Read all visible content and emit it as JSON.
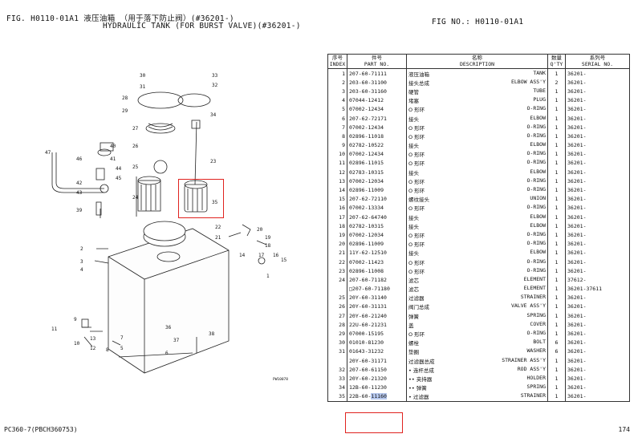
{
  "header": {
    "fig_line1": "FIG. H0110-01A1 液压油箱 （用于落下防止阀）(#36201-)",
    "fig_line2": "HYDRAULIC TANK (FOR BURST VALVE)(#36201-)",
    "fig_no": "FIG NO.: H0110-01A1"
  },
  "table": {
    "headers": [
      {
        "cn": "序号",
        "en": "INDEX"
      },
      {
        "cn": "件号",
        "en": "PART NO."
      },
      {
        "cn": "名称",
        "en": "DESCRIPTION"
      },
      {
        "cn": "数量",
        "en": "Q'TY"
      },
      {
        "cn": "系列号",
        "en": "SERIAL NO."
      }
    ],
    "rows": [
      {
        "index": "1",
        "part": "207-60-71111",
        "cn": "液压油箱",
        "en": "TANK",
        "qty": "1",
        "serial": "36201-"
      },
      {
        "index": "2",
        "part": "203-60-31100",
        "cn": "接头总成",
        "en": "ELBOW ASS'Y",
        "qty": "2",
        "serial": "36201-"
      },
      {
        "index": "3",
        "part": "203-60-31160",
        "cn": "硬管",
        "en": "TUBE",
        "qty": "1",
        "serial": "36201-"
      },
      {
        "index": "4",
        "part": "07044-12412",
        "cn": "堵塞",
        "en": "PLUG",
        "qty": "1",
        "serial": "36201-"
      },
      {
        "index": "5",
        "part": "07002-12434",
        "cn": "O 形环",
        "en": "O-RING",
        "qty": "1",
        "serial": "36201-"
      },
      {
        "index": "6",
        "part": "207-62-72171",
        "cn": "接头",
        "en": "ELBOW",
        "qty": "1",
        "serial": "36201-"
      },
      {
        "index": "7",
        "part": "07002-12434",
        "cn": "O 形环",
        "en": "O-RING",
        "qty": "1",
        "serial": "36201-"
      },
      {
        "index": "8",
        "part": "02896-11018",
        "cn": "O 形环",
        "en": "O-RING",
        "qty": "1",
        "serial": "36201-"
      },
      {
        "index": "9",
        "part": "02782-10522",
        "cn": "接头",
        "en": "ELBOW",
        "qty": "1",
        "serial": "36201-"
      },
      {
        "index": "10",
        "part": "07002-12434",
        "cn": "O 形环",
        "en": "O-RING",
        "qty": "1",
        "serial": "36201-"
      },
      {
        "index": "11",
        "part": "02896-11015",
        "cn": "O 形环",
        "en": "O-RING",
        "qty": "1",
        "serial": "36201-"
      },
      {
        "index": "12",
        "part": "02783-10315",
        "cn": "接头",
        "en": "ELBOW",
        "qty": "1",
        "serial": "36201-"
      },
      {
        "index": "13",
        "part": "07002-12034",
        "cn": "O 形环",
        "en": "O-RING",
        "qty": "1",
        "serial": "36201-"
      },
      {
        "index": "14",
        "part": "02896-11009",
        "cn": "O 形环",
        "en": "O-RING",
        "qty": "1",
        "serial": "36201-"
      },
      {
        "index": "15",
        "part": "207-62-72110",
        "cn": "螺纹接头",
        "en": "UNION",
        "qty": "1",
        "serial": "36201-"
      },
      {
        "index": "16",
        "part": "07002-13334",
        "cn": "O 形环",
        "en": "O-RING",
        "qty": "1",
        "serial": "36201-"
      },
      {
        "index": "17",
        "part": "207-62-64740",
        "cn": "接头",
        "en": "ELBOW",
        "qty": "1",
        "serial": "36201-"
      },
      {
        "index": "18",
        "part": "02782-10315",
        "cn": "接头",
        "en": "ELBOW",
        "qty": "1",
        "serial": "36201-"
      },
      {
        "index": "19",
        "part": "07002-12034",
        "cn": "O 形环",
        "en": "O-RING",
        "qty": "1",
        "serial": "36201-"
      },
      {
        "index": "20",
        "part": "02896-11009",
        "cn": "O 形环",
        "en": "O-RING",
        "qty": "1",
        "serial": "36201-"
      },
      {
        "index": "21",
        "part": "11Y-62-12510",
        "cn": "接头",
        "en": "ELBOW",
        "qty": "1",
        "serial": "36201-"
      },
      {
        "index": "22",
        "part": "07002-11423",
        "cn": "O 形环",
        "en": "O-RING",
        "qty": "1",
        "serial": "36201-"
      },
      {
        "index": "23",
        "part": "02896-11008",
        "cn": "O 形环",
        "en": "O-RING",
        "qty": "1",
        "serial": "36201-"
      },
      {
        "index": "24",
        "part": "207-60-71182",
        "cn": "滤芯",
        "en": "ELEMENT",
        "qty": "1",
        "serial": "37612-"
      },
      {
        "index": "",
        "part": "□207-60-71180",
        "cn": "滤芯",
        "en": "ELEMENT",
        "qty": "1",
        "serial": "36201-37611"
      },
      {
        "index": "25",
        "part": "20Y-60-31140",
        "cn": "过滤器",
        "en": "STRAINER",
        "qty": "1",
        "serial": "36201-"
      },
      {
        "index": "26",
        "part": "20Y-60-31131",
        "cn": "阀门总成",
        "en": "VALVE ASS'Y",
        "qty": "1",
        "serial": "36201-"
      },
      {
        "index": "27",
        "part": "20Y-60-21240",
        "cn": "弹簧",
        "en": "SPRING",
        "qty": "1",
        "serial": "36201-"
      },
      {
        "index": "28",
        "part": "22U-60-21231",
        "cn": "盖",
        "en": "COVER",
        "qty": "1",
        "serial": "36201-"
      },
      {
        "index": "29",
        "part": "07000-15195",
        "cn": "O 形环",
        "en": "O-RING",
        "qty": "1",
        "serial": "36201-"
      },
      {
        "index": "30",
        "part": "01010-81230",
        "cn": "螺栓",
        "en": "BOLT",
        "qty": "6",
        "serial": "36201-"
      },
      {
        "index": "31",
        "part": "01643-31232",
        "cn": "垫圈",
        "en": "WASHER",
        "qty": "6",
        "serial": "36201-"
      },
      {
        "index": "",
        "part": "20Y-60-31171",
        "cn": "过滤器总成",
        "en": "STRAINER ASS'Y",
        "qty": "1",
        "serial": "36201-"
      },
      {
        "index": "32",
        "part": "207-60-61150",
        "cn": "• 连杆总成",
        "en": "ROD ASS'Y",
        "qty": "1",
        "serial": "36201-"
      },
      {
        "index": "33",
        "part": "20Y-60-21320",
        "cn": "•• 夹持器",
        "en": "HOLDER",
        "qty": "1",
        "serial": "36201-"
      },
      {
        "index": "34",
        "part": "12B-60-11230",
        "cn": "•• 弹簧",
        "en": "SPRING",
        "qty": "1",
        "serial": "36201-"
      },
      {
        "index": "35",
        "part": "22B-60-11160",
        "cn": "• 过滤器",
        "en": "STRAINER",
        "qty": "1",
        "serial": "36201-"
      }
    ]
  },
  "diagram": {
    "callouts": [
      "1",
      "2",
      "3",
      "4",
      "5",
      "6",
      "7",
      "8",
      "9",
      "10",
      "11",
      "12",
      "13",
      "14",
      "15",
      "16",
      "17",
      "18",
      "19",
      "20",
      "21",
      "22",
      "23",
      "24",
      "25",
      "26",
      "27",
      "28",
      "29",
      "30",
      "31",
      "32",
      "33",
      "34",
      "35",
      "36",
      "37",
      "38",
      "39",
      "40",
      "41",
      "42",
      "43",
      "44",
      "45",
      "46",
      "47"
    ],
    "drawing_code": "PW10078"
  },
  "footer": {
    "model": "PC360-7(PBCH360753)",
    "page": "174"
  },
  "colors": {
    "highlight_box": "#e0231f",
    "selection": "#b7c9ef"
  }
}
